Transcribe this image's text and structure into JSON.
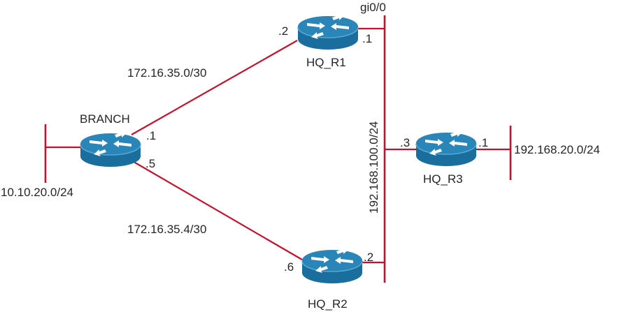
{
  "colors": {
    "link": "#c8102e",
    "router_top": "#2a86b8",
    "router_side": "#1a6e9e",
    "router_band": "#5aaad4",
    "arrow": "#ffffff",
    "text": "#262626"
  },
  "routers": [
    {
      "id": "BRANCH",
      "label": "BRANCH"
    },
    {
      "id": "HQ_R1",
      "label": "HQ_R1"
    },
    {
      "id": "HQ_R2",
      "label": "HQ_R2"
    },
    {
      "id": "HQ_R3",
      "label": "HQ_R3"
    }
  ],
  "networks": {
    "branch_lan": "10.10.20.0/24",
    "branch_r1": "172.16.35.0/30",
    "branch_r2": "172.16.35.4/30",
    "hq_lan": "192.168.100.0/24",
    "r3_lan": "192.168.20.0/24"
  },
  "interfaces": {
    "branch_to_r1": ".1",
    "branch_to_r2": ".5",
    "r1_to_branch": ".2",
    "r1_to_hq": ".1",
    "r1_hq_ifname": "gi0/0",
    "r2_to_branch": ".6",
    "r2_to_hq": ".2",
    "r3_to_hq": ".3",
    "r3_to_lan": ".1"
  }
}
